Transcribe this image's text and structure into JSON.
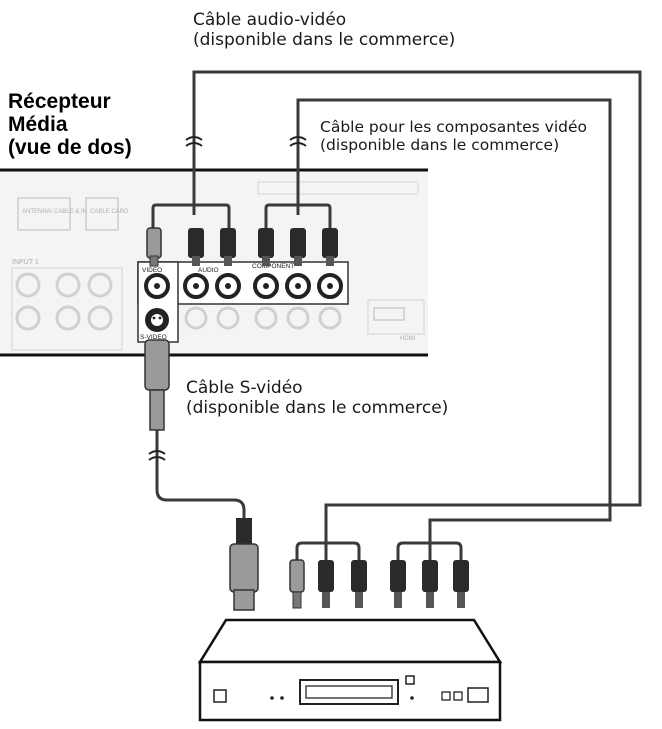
{
  "receiver": {
    "title_line1": "Récepteur",
    "title_line2": "Média",
    "title_line3": "(vue de dos)"
  },
  "cables": {
    "av": {
      "line1": "Câble audio-vidéo",
      "line2": "(disponible dans le commerce)"
    },
    "component": {
      "line1": "Câble pour les composantes vidéo",
      "line2": "(disponible dans le commerce)"
    },
    "svideo": {
      "line1": "Câble S-vidéo",
      "line2": "(disponible dans le commerce)"
    }
  },
  "panel_labels": {
    "antenna": "ANTENNA/ CABLE & IN",
    "cable_card": "CABLE CARD",
    "input1": "INPUT 1",
    "video": "VIDEO",
    "audio": "AUDIO",
    "component": "COMPONENT",
    "svideo": "S-VIDEO",
    "hdmi": "HDMI"
  },
  "colors": {
    "wire": "#3a3a3a",
    "plug_dark": "#2a2a2a",
    "plug_light": "#9a9a9a",
    "panel_bg": "#f2f2f2",
    "panel_faint": "#d6d6d6"
  }
}
